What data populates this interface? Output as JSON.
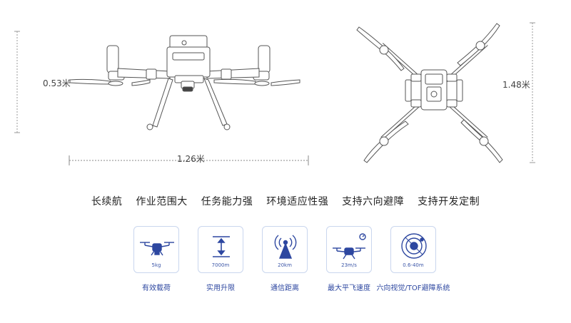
{
  "dimensions": {
    "height": "0.53米",
    "width": "1.26米",
    "diagonal": "1.48米"
  },
  "features": [
    "长续航",
    "作业范围大",
    "任务能力强",
    "环境适应性强",
    "支持六向避障",
    "支持开发定制"
  ],
  "specs": [
    {
      "value": "5kg",
      "caption": "有效载荷",
      "icon": "drone-payload-icon"
    },
    {
      "value": "7000m",
      "caption": "实用升限",
      "icon": "altitude-icon"
    },
    {
      "value": "20km",
      "caption": "通信距离",
      "icon": "signal-tower-icon"
    },
    {
      "value": "23m/s",
      "caption": "最大平飞速度",
      "icon": "speed-drone-icon"
    },
    {
      "value": "0.6-40m",
      "caption": "六向视觉/TOF避障系统",
      "icon": "radar-icon"
    }
  ],
  "colors": {
    "accent": "#2d47a0",
    "card_border": "#c9d6ee",
    "line": "#555555"
  }
}
